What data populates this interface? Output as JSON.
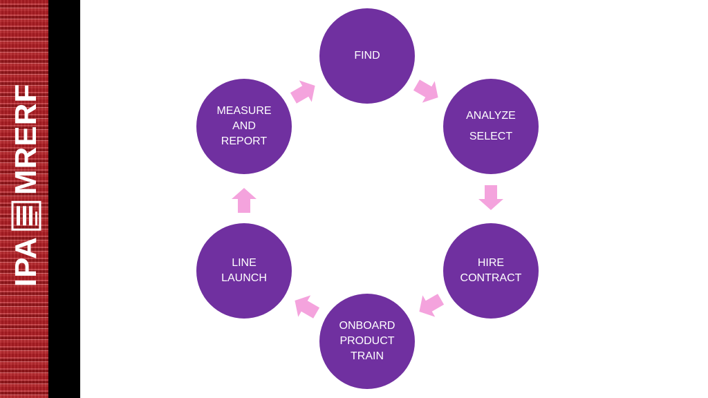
{
  "logo": {
    "left_text": "IPA",
    "right_text": "MRERF",
    "emblem_icon": "stacked-bars-emblem"
  },
  "cycle": {
    "nodes": [
      {
        "id": "find",
        "lines": [
          "FIND"
        ]
      },
      {
        "id": "analyze-select",
        "lines": [
          "ANALYZE",
          "SELECT"
        ]
      },
      {
        "id": "hire-contract",
        "lines": [
          "HIRE",
          "CONTRACT"
        ]
      },
      {
        "id": "onboard-product-train",
        "lines": [
          "ONBOARD",
          "PRODUCT",
          "TRAIN"
        ]
      },
      {
        "id": "line-launch",
        "lines": [
          "LINE",
          "LAUNCH"
        ]
      },
      {
        "id": "measure-and-report",
        "lines": [
          "MEASURE",
          "AND",
          "REPORT"
        ]
      }
    ],
    "arrow_icon": "block-arrow-icon"
  },
  "colors": {
    "node_fill": "#7030a0",
    "node_text": "#ffffff",
    "arrow_fill": "#f4a3dd",
    "sidebar_red": "#a81c22",
    "sidebar_black": "#000000"
  }
}
